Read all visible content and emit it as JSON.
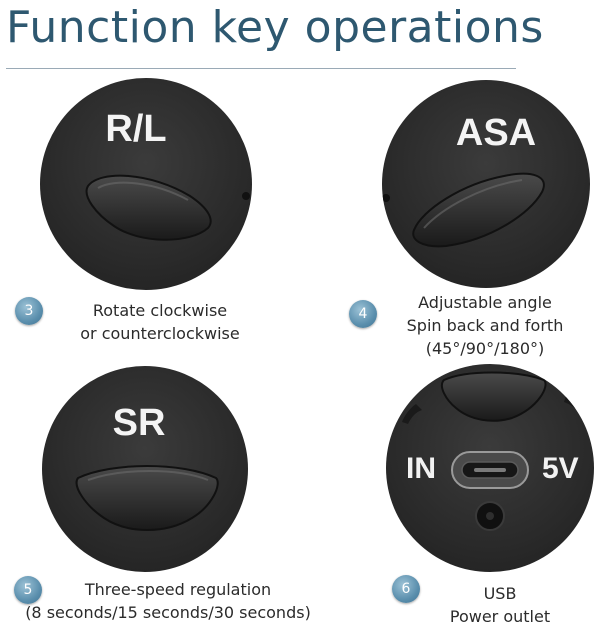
{
  "title": "Function key operations",
  "panels": [
    {
      "key_label": "R/L",
      "badge": "3",
      "lines": [
        "Rotate clockwise",
        "or counterclockwise"
      ]
    },
    {
      "key_label": "ASA",
      "badge": "4",
      "lines": [
        "Adjustable angle",
        "Spin back and forth",
        "(45°/90°/180°)"
      ]
    },
    {
      "key_label": "SR",
      "badge": "5",
      "lines": [
        "Three-speed regulation",
        "(8 seconds/15 seconds/30 seconds)"
      ]
    },
    {
      "key_label_left": "IN",
      "key_label_right": "5V",
      "badge": "6",
      "lines": [
        "USB",
        "Power outlet"
      ]
    }
  ],
  "colors": {
    "title": "#2e5870",
    "badge": "#5b8fad",
    "device": "#2a2a2a"
  },
  "icons": [
    "oval-button-icon",
    "usb-c-port-icon",
    "power-socket-icon"
  ]
}
